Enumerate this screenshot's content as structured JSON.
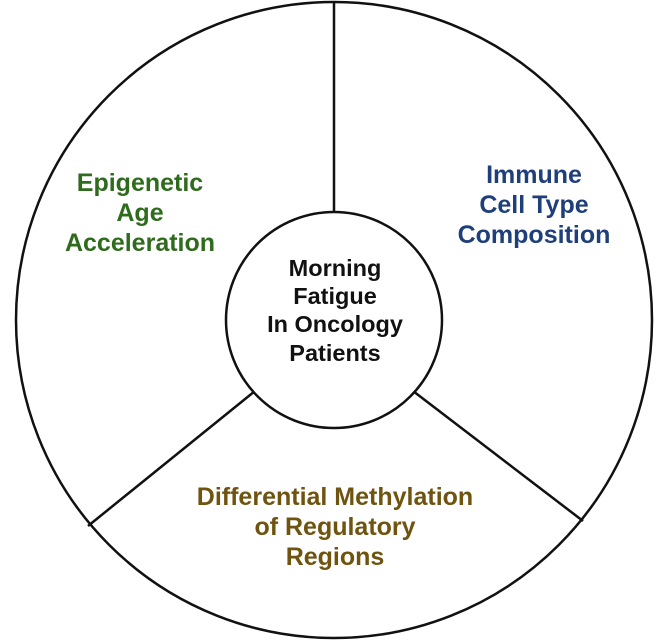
{
  "diagram": {
    "center": {
      "lines": [
        "Morning",
        "Fatigue",
        "In Oncology",
        "Patients"
      ]
    },
    "segments": [
      {
        "id": "left",
        "lines": [
          "Epigenetic",
          "Age",
          "Acceleration"
        ],
        "color": "#2f6b1c"
      },
      {
        "id": "right",
        "lines": [
          "Immune",
          "Cell Type",
          "Composition"
        ],
        "color": "#1f3f7a"
      },
      {
        "id": "bottom",
        "lines": [
          "Differential Methylation",
          "of Regulatory",
          "Regions"
        ],
        "color": "#6f5410"
      }
    ],
    "outline_color": "#111111"
  }
}
